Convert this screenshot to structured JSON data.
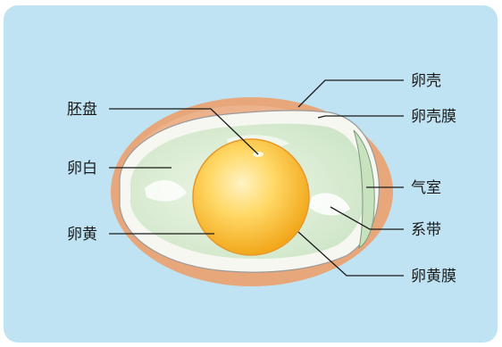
{
  "labels": {
    "germinal_disc": "胚盘",
    "albumen": "卵白",
    "yolk": "卵黄",
    "shell": "卵壳",
    "shell_membrane": "卵壳膜",
    "air_cell": "气室",
    "chalaza": "系带",
    "vitelline_membrane": "卵黄膜"
  },
  "colors": {
    "background": "#bfe3f3",
    "shell": "#e8a77a",
    "shell_membrane": "#f7f7f2",
    "albumen": "#d4ead0",
    "yolk_center": "#ffe59a",
    "yolk_edge": "#f2a81c",
    "leader_line": "#1a1a1a"
  }
}
